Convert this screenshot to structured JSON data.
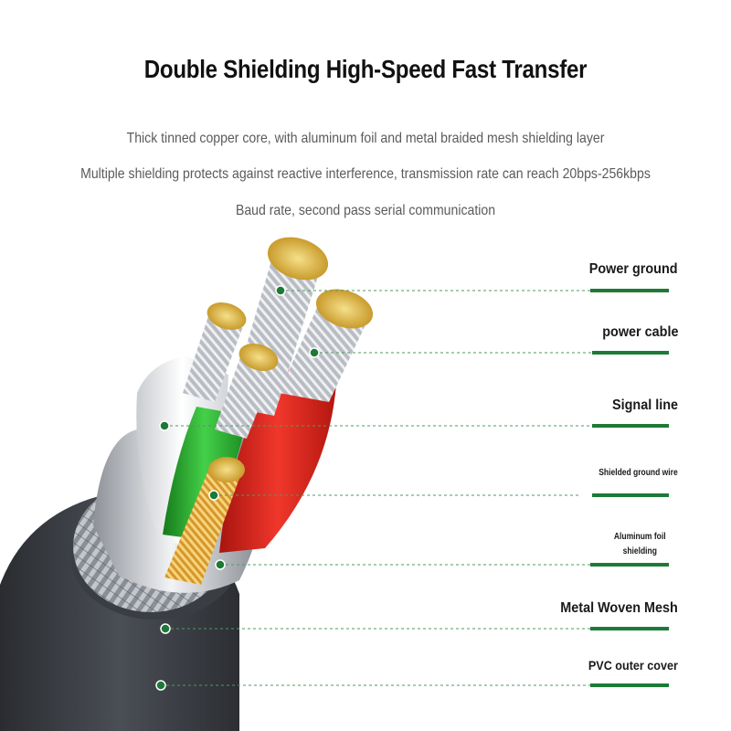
{
  "title": "Double Shielding High-Speed Fast Transfer",
  "description": [
    "Thick tinned copper core, with aluminum foil and metal braided mesh shielding layer",
    "Multiple shielding protects against reactive interference, transmission rate can reach 20bps-256kbps",
    "Baud rate, second pass serial communication"
  ],
  "labels": [
    "Power ground",
    "power cable",
    "Signal line",
    "Shielded ground wire",
    "Aluminum foil shielding",
    "Metal Woven Mesh",
    "PVC outer cover"
  ],
  "colors": {
    "accent": "#1d7a36",
    "title": "#111111",
    "text": "#5a5a5a",
    "jacket": "#3a3d42",
    "red_insulation": "#e2231a",
    "green_insulation": "#2fb52f",
    "copper": "#e6b23c"
  }
}
